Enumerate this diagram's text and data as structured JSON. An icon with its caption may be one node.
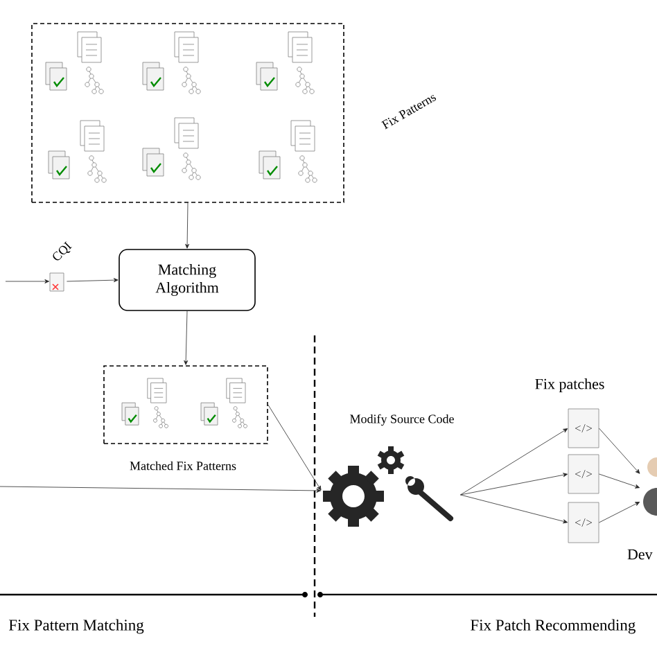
{
  "diagram": {
    "nodes": [
      {
        "text": [],
        "shape": "box",
        "beside": [
          "Fix Patterns"
        ]
      },
      {
        "text": [],
        "shape": "picture",
        "beside": [
          "CQI"
        ]
      },
      {
        "text": [
          "Matching Algorithm"
        ]
      },
      {
        "text": [],
        "shape": "box",
        "beside": [
          "Matched Fix Patterns"
        ]
      },
      {
        "text": [],
        "shape": "picture",
        "beside": [
          "Modify Source Code"
        ]
      },
      {
        "text": [
          "</>"
        ]
      },
      {
        "text": [
          "</>"
        ]
      },
      {
        "text": [
          "</>"
        ]
      },
      {
        "text": [],
        "shape": "person",
        "beside": [
          "Dev"
        ]
      }
    ],
    "edges": [
      {
        "from": null,
        "to": 1,
        "arrow": "to"
      },
      {
        "from": 1,
        "to": 2,
        "arrow": "to"
      },
      {
        "from": 0,
        "to": 2,
        "arrow": "to"
      },
      {
        "from": 2,
        "to": 3,
        "arrow": "to"
      },
      {
        "from": 3,
        "to": 4,
        "arrow": "to"
      },
      {
        "from": null,
        "to": 4,
        "arrow": "to"
      },
      {
        "from": 4,
        "to": 5,
        "arrow": "to"
      },
      {
        "from": 4,
        "to": 6,
        "arrow": "to"
      },
      {
        "from": 4,
        "to": 7,
        "arrow": "to"
      },
      {
        "from": 5,
        "to": 8,
        "arrow": "to"
      },
      {
        "from": 6,
        "to": 8,
        "arrow": "to"
      },
      {
        "from": 7,
        "to": 8,
        "arrow": "to"
      }
    ],
    "labels": [
      "Fix patches",
      "Fix Pattern Matching",
      "Fix Patch Recommending"
    ]
  }
}
